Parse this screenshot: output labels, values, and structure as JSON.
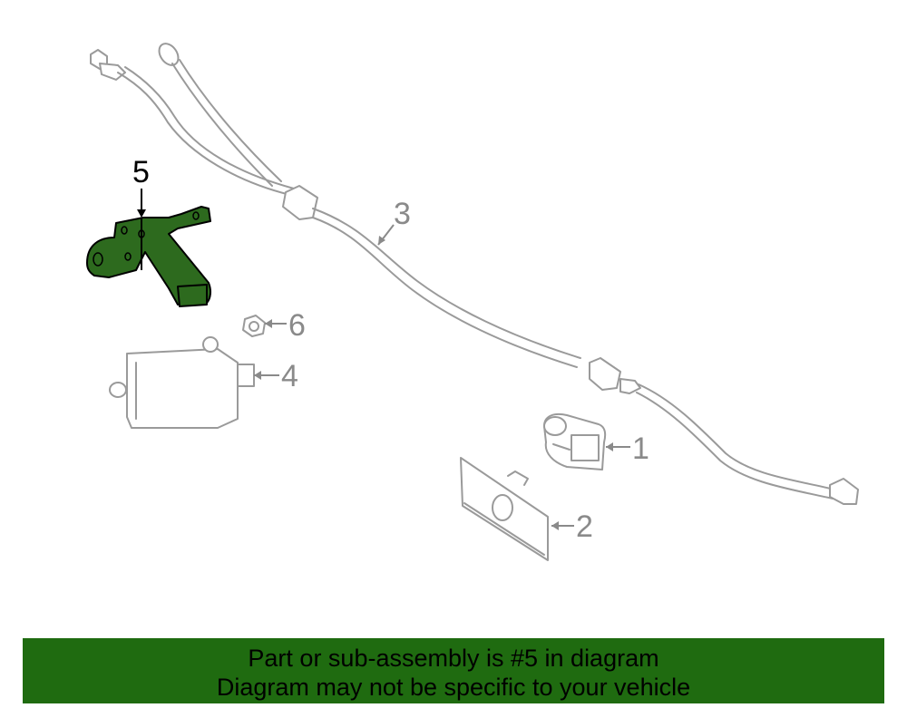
{
  "diagram": {
    "callouts": [
      {
        "id": "1",
        "label": "1"
      },
      {
        "id": "2",
        "label": "2"
      },
      {
        "id": "3",
        "label": "3"
      },
      {
        "id": "4",
        "label": "4"
      },
      {
        "id": "5",
        "label": "5"
      },
      {
        "id": "6",
        "label": "6"
      }
    ],
    "highlighted_part": "5",
    "highlight_color": "#2d6a1e"
  },
  "banner": {
    "line1": "Part or sub-assembly is #5 in diagram",
    "line2": "Diagram may not be specific to your vehicle",
    "background": "#1f6b10"
  }
}
